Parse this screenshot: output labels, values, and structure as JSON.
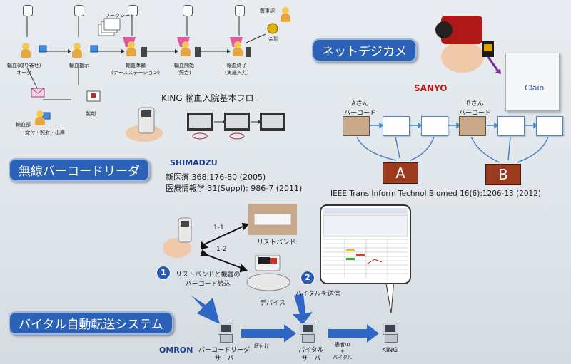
{
  "top_flow": {
    "worksheet": "ワークシート",
    "blood_bank": "輸血部",
    "physician": "医事課",
    "accounting": "会計",
    "steps": [
      {
        "label": "輸血(取り寄せ)\nオーダ"
      },
      {
        "label": "輸血指示"
      },
      {
        "label": "輸血準備\n(ナースステーション)"
      },
      {
        "label": "輸血開始\n(照合)"
      },
      {
        "label": "輸血終了\n(実施入力)"
      }
    ],
    "receive": "受付・照射・出庫",
    "prescription": "製剤",
    "title": "KING 輸血入院基本フロー"
  },
  "wireless": {
    "banner": "無線バーコードリーダ",
    "company": "SHIMADZU",
    "ref1": "新医療 368:176-80 (2005)",
    "ref2": "医療情報学 31(Suppl): 986-7 (2011)"
  },
  "netcam": {
    "banner": "ネットデジカメ",
    "company": "SANYO",
    "claio": "Claio",
    "patient_a": "Aさん\nバーコード",
    "patient_b": "Bさん\nバーコード",
    "label_a": "A",
    "label_b": "B",
    "ref": "IEEE Trans Inform Technol Biomed 16(6):1206-13 (2012)"
  },
  "vital": {
    "banner": "バイタル自動転送システム",
    "company": "OMRON",
    "wristband": "リストバンド",
    "link1": "1-1",
    "link2": "1-2",
    "step1_num": "1",
    "step1": "リストバンドと機器の\nバーコード読込",
    "device": "デバイス",
    "step2_num": "2",
    "step2": "バイタルを送信",
    "server1": "バーコードリーダ\nサーバ",
    "link_label": "紐付け",
    "server2": "バイタル\nサーバ",
    "patient_id": "患者ID\n+\nバイタル",
    "king": "KING"
  }
}
